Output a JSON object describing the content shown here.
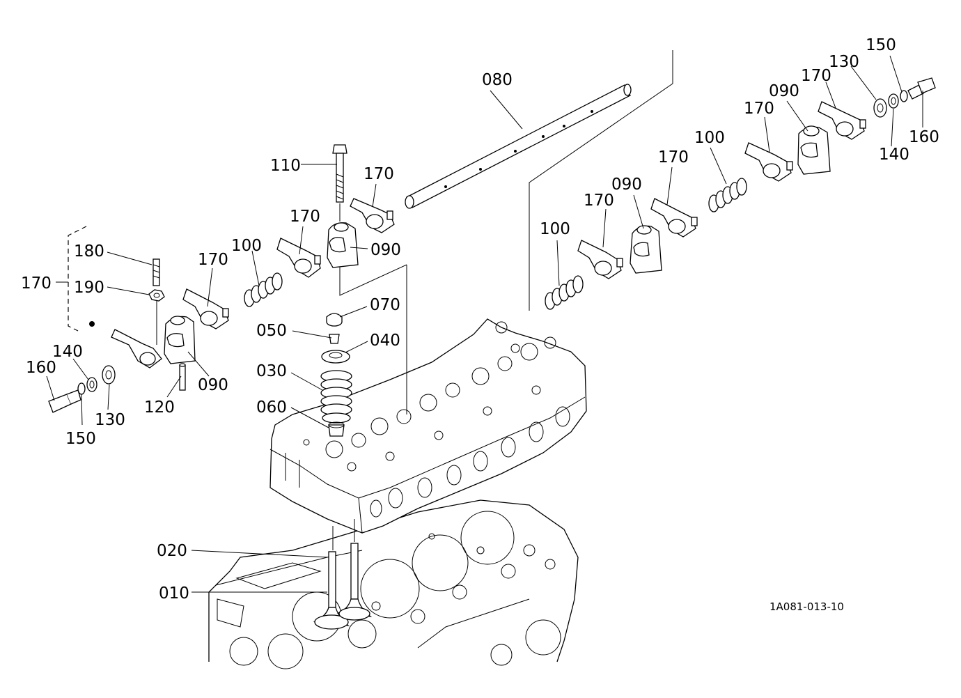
{
  "diagram_ref": "1A081-013-10",
  "labels": {
    "l080": "080",
    "l110": "110",
    "l170a": "170",
    "l170b": "170",
    "l090a": "090",
    "l170c": "170",
    "l100a": "100",
    "l180": "180",
    "l170d": "170",
    "l190": "190",
    "l070": "070",
    "l050": "050",
    "l040": "040",
    "l030": "030",
    "l060": "060",
    "l140a": "140",
    "l160a": "160",
    "l120": "120",
    "l090b": "090",
    "l130a": "130",
    "l150a": "150",
    "l020": "020",
    "l010": "010",
    "l150b": "150",
    "l130b": "130",
    "l170e": "170",
    "l090c": "090",
    "l170f": "170",
    "l160b": "160",
    "l140b": "140",
    "l100b": "100",
    "l170g": "170",
    "l090d": "090",
    "l170h": "170",
    "l100c": "100"
  }
}
